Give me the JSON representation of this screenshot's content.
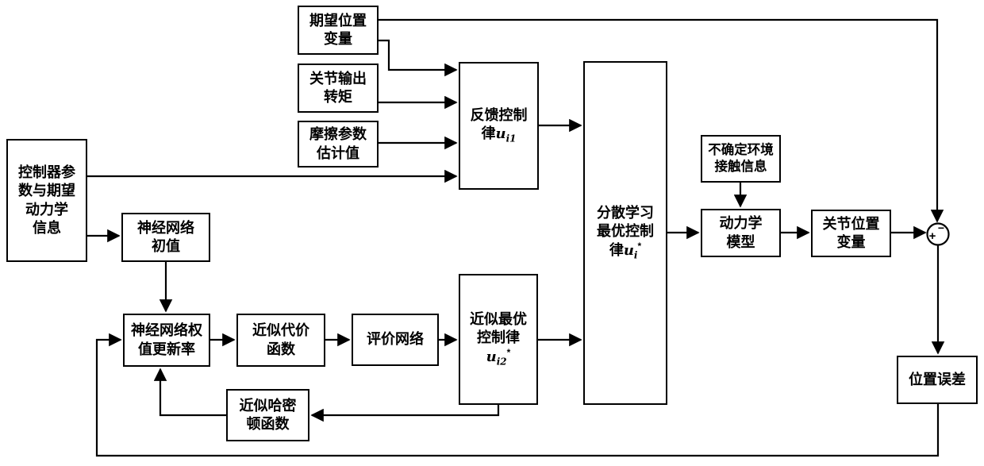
{
  "diagram": {
    "colors": {
      "background": "#ffffff",
      "line": "#000000",
      "box_border": "#000000"
    },
    "boxes": {
      "desired_position": {
        "lines": [
          "期望位置",
          "变量"
        ]
      },
      "joint_output_torque": {
        "lines": [
          "关节输出",
          "转矩"
        ]
      },
      "friction_param_estimate": {
        "lines": [
          "摩擦参数",
          "估计值"
        ]
      },
      "controller_params_info": {
        "lines": [
          "控制器参",
          "数与期望",
          "动力学",
          "信息"
        ]
      },
      "nn_initial_value": {
        "lines": [
          "神经网络",
          "初值"
        ]
      },
      "nn_weight_update_rate": {
        "lines": [
          "神经网络权",
          "值更新率"
        ]
      },
      "approx_cost_function": {
        "lines": [
          "近似代价",
          "函数"
        ]
      },
      "critic_network": {
        "lines": [
          "评价网络"
        ]
      },
      "approx_optimal_control": {
        "line1": "近似最优",
        "line2": "控制律",
        "var": "u",
        "sub": "i2",
        "sup": "*"
      },
      "approx_hamiltonian": {
        "lines": [
          "近似哈密",
          "顿函数"
        ]
      },
      "feedback_control_law": {
        "line1": "反馈控制",
        "line2_prefix": "律",
        "var": "u",
        "sub": "i1"
      },
      "decentralized_optimal_control": {
        "line1": "分散学习",
        "line2": "最优控制",
        "line3_prefix": "律",
        "var": "u",
        "sub": "i",
        "sup": "*"
      },
      "uncertain_env_contact": {
        "lines": [
          "不确定环境",
          "接触信息"
        ]
      },
      "dynamics_model": {
        "lines": [
          "动力学",
          "模型"
        ]
      },
      "joint_position_variable": {
        "lines": [
          "关节位置",
          "变量"
        ]
      },
      "position_error": {
        "lines": [
          "位置误差"
        ]
      }
    },
    "summing_junction": {
      "top_sign": "−",
      "left_sign": "+"
    }
  }
}
